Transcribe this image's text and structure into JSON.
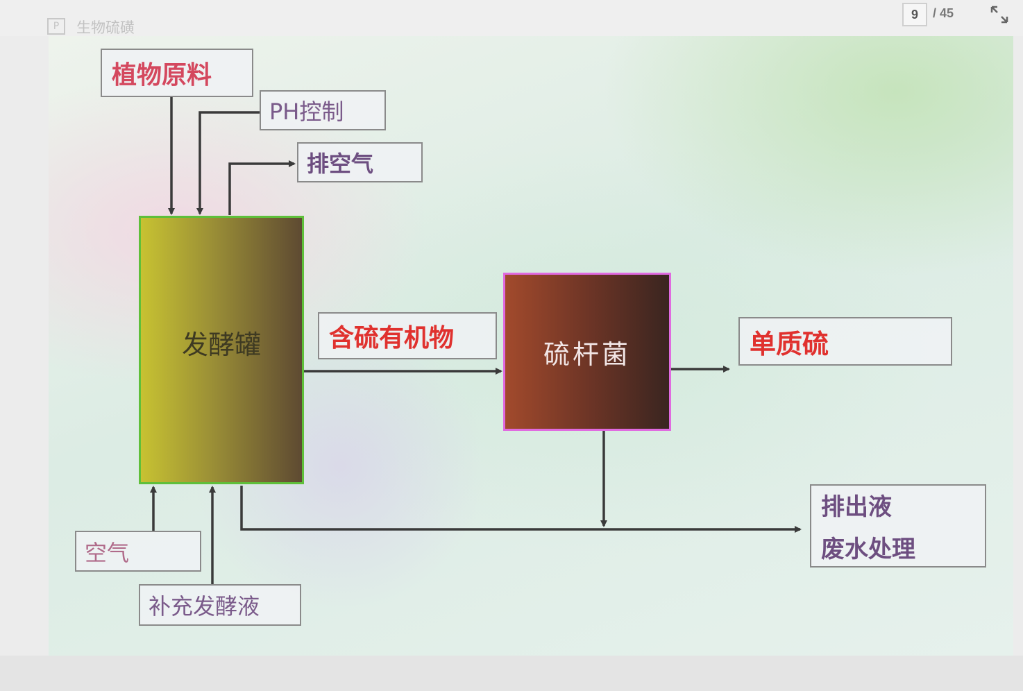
{
  "viewer": {
    "doc_title": "生物硫磺",
    "file_icon_letter": "P",
    "current_page": "9",
    "total_pages": "/ 45"
  },
  "diagram": {
    "raw_material": "植物原料",
    "ph_control": "PH控制",
    "exhaust_air": "排空气",
    "fermenter": "发酵罐",
    "organic_sulfur": "含硫有机物",
    "thiobacillus": "硫杆菌",
    "elemental_sulfur": "单质硫",
    "discharge_line1": "排出液",
    "discharge_line2": "废水处理",
    "air": "空气",
    "supplement_broth": "补充发酵液"
  },
  "colors": {
    "title_red": "#e0312e",
    "tank_border": "#5fbf3a",
    "bacteria_border": "#e06ae0",
    "arrow": "#3a3a3a"
  }
}
